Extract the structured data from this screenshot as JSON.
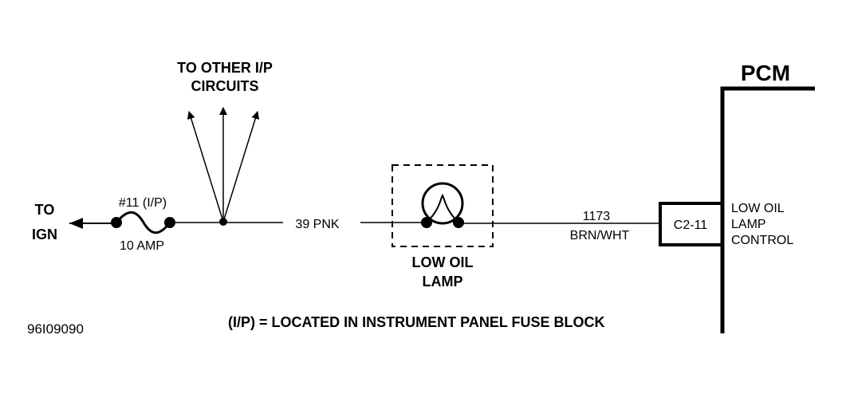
{
  "labels": {
    "to_ign_line1": "TO",
    "to_ign_line2": "IGN",
    "fuse_name": "#11 (I/P)",
    "fuse_rating": "10 AMP",
    "other_circuits_line1": "TO OTHER I/P",
    "other_circuits_line2": "CIRCUITS",
    "wire_pnk": "39 PNK",
    "lamp_line1": "LOW OIL",
    "lamp_line2": "LAMP",
    "wire_brn_line1": "1173",
    "wire_brn_line2": "BRN/WHT",
    "connector": "C2-11",
    "pcm_title": "PCM",
    "pcm_func_line1": "LOW OIL",
    "pcm_func_line2": "LAMP",
    "pcm_func_line3": "CONTROL",
    "legend": "(I/P) = LOCATED IN INSTRUMENT PANEL FUSE BLOCK",
    "figure_id": "96I09090"
  },
  "colors": {
    "ink": "#000000",
    "background": "#ffffff"
  }
}
